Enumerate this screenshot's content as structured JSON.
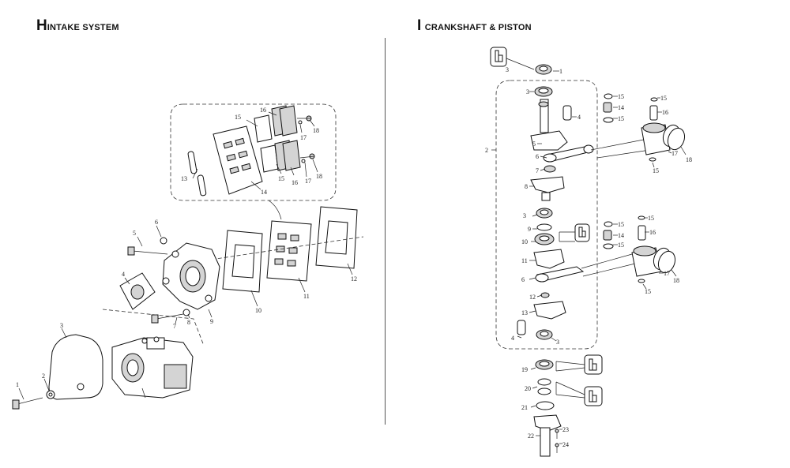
{
  "sections": {
    "intake": {
      "letter": "H",
      "title": "INTAKE SYSTEM"
    },
    "crank": {
      "letter": "I",
      "title": "CRANKSHAFT & PISTON"
    }
  },
  "intake_labels": {
    "n1": "1",
    "n2": "2",
    "n3": "3",
    "n4": "4",
    "n5": "5",
    "n6": "6",
    "n7": "7",
    "n8": "8",
    "n9": "9",
    "n10": "10",
    "n11": "11",
    "n12": "12",
    "n13": "13",
    "n14": "14",
    "n15a": "15",
    "n15b": "15",
    "n16a": "16",
    "n16b": "16",
    "n17a": "17",
    "n17b": "17",
    "n18a": "18",
    "n18b": "18"
  },
  "crank_labels": {
    "c1": "1",
    "c2": "2",
    "c3a": "3",
    "c3b": "3",
    "c3c": "3",
    "c3d": "3",
    "c4a": "4",
    "c4b": "4",
    "c5": "5",
    "c6a": "6",
    "c6b": "6",
    "c7": "7",
    "c8": "8",
    "c9": "9",
    "c10": "10",
    "c11": "11",
    "c12": "12",
    "c13": "13",
    "c14a": "14",
    "c14b": "14",
    "c15a": "15",
    "c15b": "15",
    "c15c": "15",
    "c15d": "15",
    "c15e": "15",
    "c15f": "15",
    "c15g": "15",
    "c15h": "15",
    "c16a": "16",
    "c16b": "16",
    "c17a": "17",
    "c17b": "17",
    "c18a": "18",
    "c18b": "18",
    "c19": "19",
    "c20": "20",
    "c21": "21",
    "c22": "22",
    "c23": "23",
    "c24": "24"
  }
}
